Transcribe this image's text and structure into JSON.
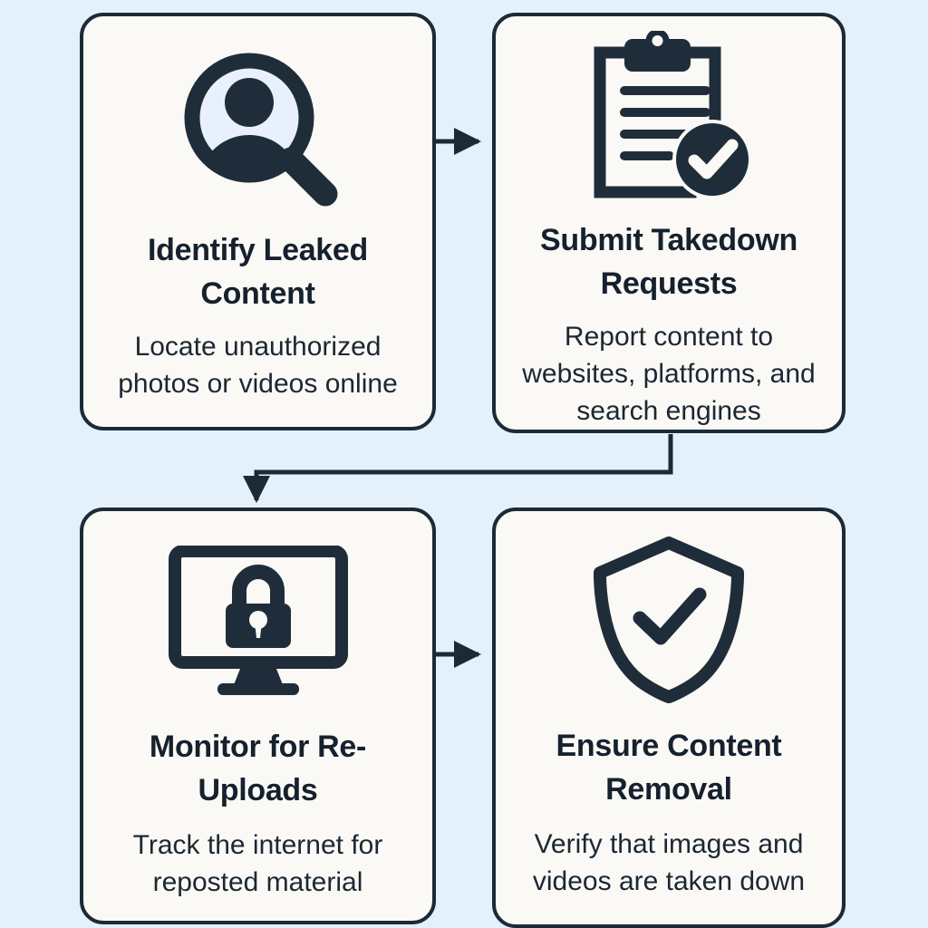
{
  "diagram": {
    "type": "flowchart",
    "background_color": "#e4f1fb",
    "card_background_color": "#fbf9f5",
    "ink_color": "#1c2a38",
    "steps": [
      {
        "icon": "magnifier-person-icon",
        "title": "Identify Leaked Content",
        "description": "Locate unauthorized photos or videos online"
      },
      {
        "icon": "clipboard-check-icon",
        "title": "Submit Takedown Requests",
        "description": "Report content to websites, platforms, and search engines"
      },
      {
        "icon": "monitor-lock-icon",
        "title": "Monitor for Re-Uploads",
        "description": "Track the internet for reposted material"
      },
      {
        "icon": "shield-check-icon",
        "title": "Ensure Content Removal",
        "description": "Verify that images and videos are taken down"
      }
    ],
    "connectors": [
      {
        "name": "step1-to-step2",
        "shape": "horizontal-arrow-right"
      },
      {
        "name": "step2-to-step3",
        "shape": "elbow-arrow-down-left-down"
      },
      {
        "name": "step3-to-step4",
        "shape": "horizontal-arrow-right"
      }
    ]
  }
}
